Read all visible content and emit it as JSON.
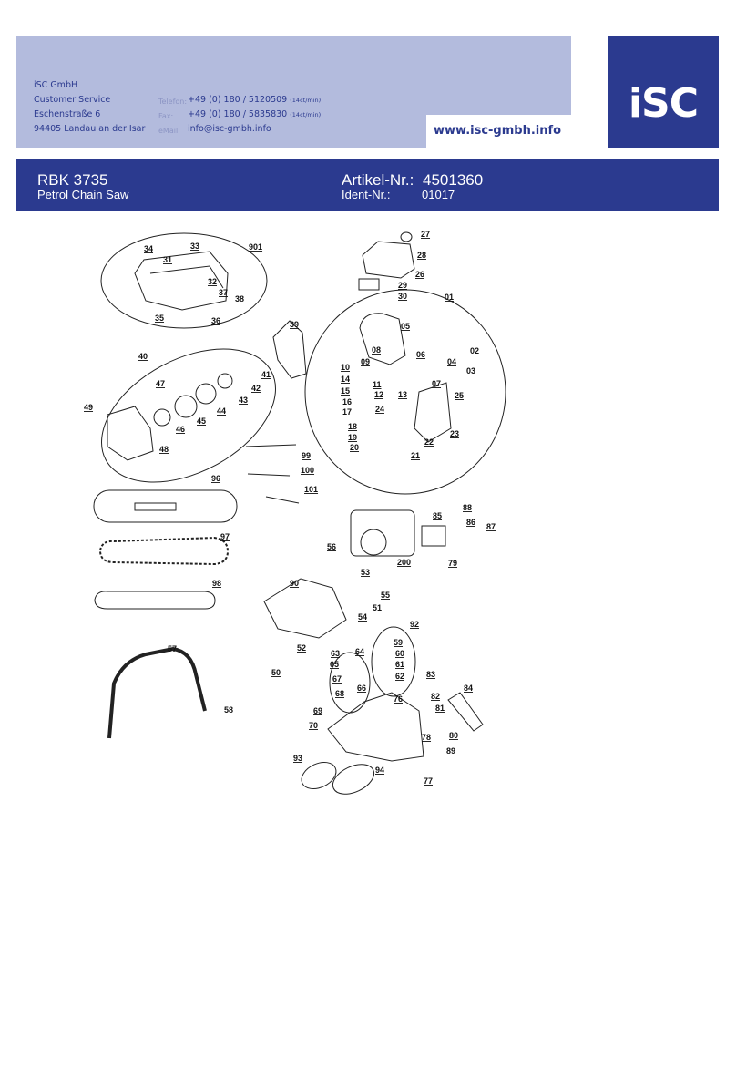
{
  "company": {
    "name": "iSC GmbH",
    "department": "Customer Service",
    "street": "Eschenstraße 6",
    "city": "94405 Landau an der Isar"
  },
  "contact": {
    "phone_label": "Telefon:",
    "phone": "+49 (0) 180 / 5120509",
    "phone_rate": "(14ct/min)",
    "fax_label": "Fax:",
    "fax": "+49 (0) 180 / 5835830",
    "fax_rate": "(14ct/min)",
    "email_label": "eMail:",
    "email": "info@isc-gmbh.info"
  },
  "website": "www.isc-gmbh.info",
  "logo_text": "iSC",
  "product": {
    "model": "RBK 3735",
    "description": "Petrol Chain Saw",
    "article_label": "Artikel-Nr.:",
    "article_number": "4501360",
    "ident_label": "Ident-Nr.:",
    "ident_number": "01017"
  },
  "colors": {
    "brand_blue": "#2b3a8f",
    "header_light": "#b3bbdd"
  },
  "diagram": {
    "part_labels": [
      "901",
      "31",
      "32",
      "33",
      "34",
      "35",
      "36",
      "37",
      "38",
      "27",
      "28",
      "26",
      "29",
      "30",
      "01",
      "05",
      "06",
      "08",
      "09",
      "02",
      "03",
      "04",
      "07",
      "10",
      "11",
      "12",
      "13",
      "14",
      "15",
      "16",
      "17",
      "18",
      "19",
      "20",
      "21",
      "22",
      "23",
      "24",
      "25",
      "39",
      "40",
      "41",
      "42",
      "43",
      "44",
      "45",
      "46",
      "47",
      "48",
      "49",
      "96",
      "99",
      "100",
      "101",
      "97",
      "98",
      "85",
      "86",
      "87",
      "88",
      "200",
      "79",
      "56",
      "53",
      "55",
      "51",
      "54",
      "90",
      "52",
      "50",
      "57",
      "58",
      "92",
      "59",
      "60",
      "61",
      "62",
      "63",
      "64",
      "65",
      "66",
      "67",
      "68",
      "83",
      "84",
      "69",
      "70",
      "76",
      "81",
      "82",
      "80",
      "78",
      "89",
      "93",
      "94",
      "77"
    ]
  }
}
